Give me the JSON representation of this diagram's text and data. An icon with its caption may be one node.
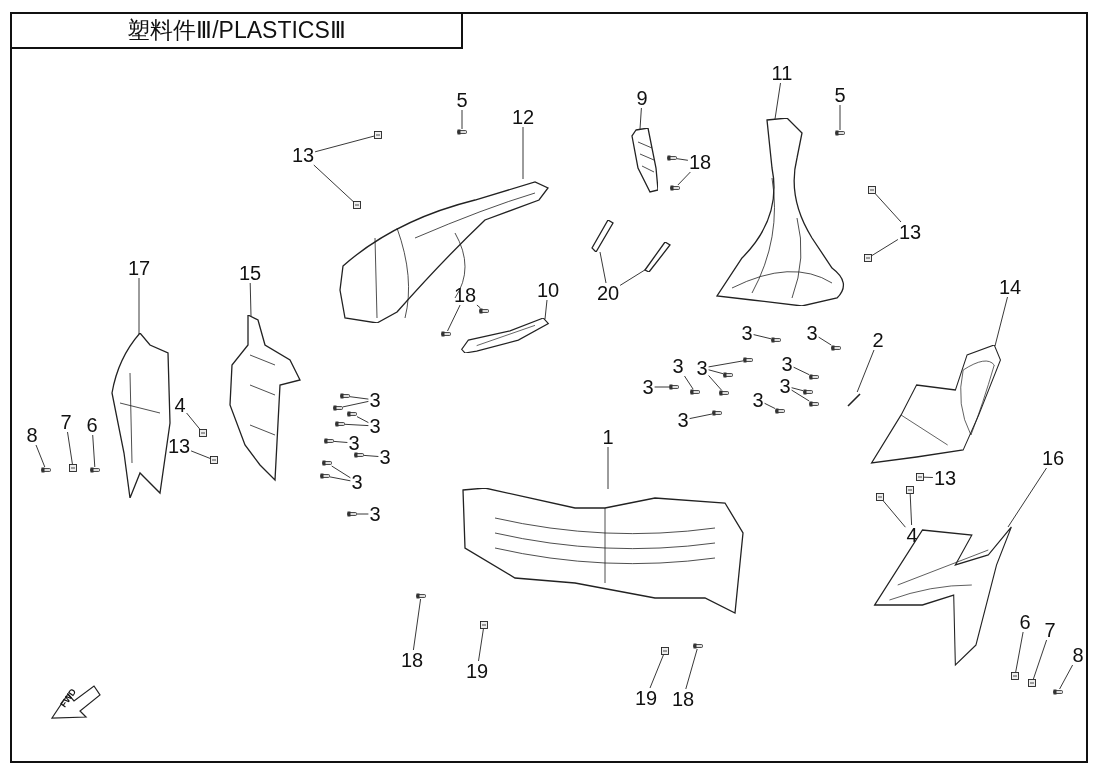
{
  "diagram": {
    "title": "塑料件Ⅲ/PLASTICSⅢ",
    "nodes": [
      {
        "text": [
          "5"
        ]
      },
      {
        "text": [
          "12"
        ]
      },
      {
        "text": [
          "13"
        ]
      },
      {
        "text": [
          "9"
        ]
      },
      {
        "text": [
          "18"
        ]
      },
      {
        "text": [
          "11"
        ]
      },
      {
        "text": [
          "5"
        ]
      },
      {
        "text": [
          "13"
        ]
      },
      {
        "text": [
          "20"
        ]
      },
      {
        "text": [
          "17"
        ]
      },
      {
        "text": [
          "15"
        ]
      },
      {
        "text": [
          "18"
        ]
      },
      {
        "text": [
          "10"
        ]
      },
      {
        "text": [
          "14"
        ]
      },
      {
        "text": [
          "2"
        ]
      },
      {
        "text": [
          "3"
        ]
      },
      {
        "text": [
          "3"
        ]
      },
      {
        "text": [
          "3"
        ]
      },
      {
        "text": [
          "3"
        ]
      },
      {
        "text": [
          "3"
        ]
      },
      {
        "text": [
          "3"
        ]
      },
      {
        "text": [
          "3"
        ]
      },
      {
        "text": [
          "3"
        ]
      },
      {
        "text": [
          "3"
        ]
      },
      {
        "text": [
          "3"
        ]
      },
      {
        "text": [
          "3"
        ]
      },
      {
        "text": [
          "3"
        ]
      },
      {
        "text": [
          "3"
        ]
      },
      {
        "text": [
          "3"
        ]
      },
      {
        "text": [
          "3"
        ]
      },
      {
        "text": [
          "4"
        ]
      },
      {
        "text": [
          "13"
        ]
      },
      {
        "text": [
          "8"
        ]
      },
      {
        "text": [
          "7"
        ]
      },
      {
        "text": [
          "6"
        ]
      },
      {
        "text": [
          "1"
        ]
      },
      {
        "text": [
          "13"
        ]
      },
      {
        "text": [
          "4"
        ]
      },
      {
        "text": [
          "16"
        ]
      },
      {
        "text": [
          "18"
        ]
      },
      {
        "text": [
          "19"
        ]
      },
      {
        "text": [
          "19"
        ]
      },
      {
        "text": [
          "18"
        ]
      },
      {
        "text": [
          "6"
        ]
      },
      {
        "text": [
          "7"
        ]
      },
      {
        "text": [
          "8"
        ]
      },
      {
        "text": [],
        "shape": "picture"
      },
      {
        "text": [],
        "shape": "picture"
      },
      {
        "text": [],
        "shape": "picture"
      },
      {
        "text": [],
        "shape": "picture"
      },
      {
        "text": [],
        "shape": "picture"
      },
      {
        "text": [],
        "shape": "picture"
      },
      {
        "text": [],
        "shape": "picture"
      },
      {
        "text": [],
        "shape": "picture"
      },
      {
        "text": [],
        "shape": "picture"
      },
      {
        "text": [],
        "shape": "picture"
      },
      {
        "text": [],
        "shape": "picture"
      },
      {
        "text": [],
        "shape": "bolt"
      },
      {
        "text": [],
        "shape": "clip"
      },
      {
        "text": [],
        "shape": "clip"
      },
      {
        "text": [],
        "shape": "bolt"
      },
      {
        "text": [],
        "shape": "bolt"
      },
      {
        "text": [],
        "shape": "bolt"
      },
      {
        "text": [],
        "shape": "clip"
      },
      {
        "text": [],
        "shape": "clip"
      },
      {
        "text": [],
        "shape": "bolt"
      },
      {
        "text": [],
        "shape": "bolt"
      },
      {
        "text": [],
        "shape": "bar"
      },
      {
        "text": [],
        "shape": "bolt"
      },
      {
        "text": [],
        "shape": "bolt"
      },
      {
        "text": [],
        "shape": "bolt"
      },
      {
        "text": [],
        "shape": "bolt"
      },
      {
        "text": [],
        "shape": "bolt"
      },
      {
        "text": [],
        "shape": "bolt"
      },
      {
        "text": [],
        "shape": "bolt"
      },
      {
        "text": [],
        "shape": "bolt"
      },
      {
        "text": [],
        "shape": "bolt"
      },
      {
        "text": [],
        "shape": "bolt"
      },
      {
        "text": [],
        "shape": "bolt"
      },
      {
        "text": [],
        "shape": "bolt"
      },
      {
        "text": [],
        "shape": "bolt"
      },
      {
        "text": [],
        "shape": "bolt"
      },
      {
        "text": [],
        "shape": "bolt"
      },
      {
        "text": [],
        "shape": "bolt"
      },
      {
        "text": [],
        "shape": "bolt"
      },
      {
        "text": [],
        "shape": "bolt"
      },
      {
        "text": [],
        "shape": "bolt"
      },
      {
        "text": [],
        "shape": "bolt"
      },
      {
        "text": [],
        "shape": "bolt"
      },
      {
        "text": [],
        "shape": "clip"
      },
      {
        "text": [],
        "shape": "clip"
      },
      {
        "text": [],
        "shape": "bolt"
      },
      {
        "text": [],
        "shape": "clip"
      },
      {
        "text": [],
        "shape": "bolt"
      },
      {
        "text": [],
        "shape": "clip"
      },
      {
        "text": [],
        "shape": "clip"
      },
      {
        "text": [],
        "shape": "clip"
      },
      {
        "text": [],
        "shape": "bolt"
      },
      {
        "text": [],
        "shape": "clip"
      },
      {
        "text": [],
        "shape": "clip"
      },
      {
        "text": [],
        "shape": "bolt"
      },
      {
        "text": [],
        "shape": "clip"
      },
      {
        "text": [],
        "shape": "clip"
      },
      {
        "text": [],
        "shape": "bolt"
      }
    ],
    "edges": [
      {
        "from": 0,
        "to": 57,
        "arrow": "none"
      },
      {
        "from": 1,
        "to": 46,
        "arrow": "none"
      },
      {
        "from": 2,
        "to": 58,
        "arrow": "none"
      },
      {
        "from": 2,
        "to": 59,
        "arrow": "none"
      },
      {
        "from": 3,
        "to": 47,
        "arrow": "none"
      },
      {
        "from": 4,
        "to": 60,
        "arrow": "none"
      },
      {
        "from": 4,
        "to": 61,
        "arrow": "none"
      },
      {
        "from": 5,
        "to": 48,
        "arrow": "none"
      },
      {
        "from": 6,
        "to": 62,
        "arrow": "none"
      },
      {
        "from": 7,
        "to": 63,
        "arrow": "none"
      },
      {
        "from": 7,
        "to": 64,
        "arrow": "none"
      },
      {
        "from": 8,
        "to": 49,
        "arrow": "none"
      },
      {
        "from": 8,
        "to": 50,
        "arrow": "none"
      },
      {
        "from": 9,
        "to": 51,
        "arrow": "none"
      },
      {
        "from": 10,
        "to": 52,
        "arrow": "none"
      },
      {
        "from": 11,
        "to": 65,
        "arrow": "none"
      },
      {
        "from": 11,
        "to": 66,
        "arrow": "none"
      },
      {
        "from": 12,
        "to": 53,
        "arrow": "none"
      },
      {
        "from": 13,
        "to": 54,
        "arrow": "none"
      },
      {
        "from": 14,
        "to": 67,
        "arrow": "none"
      },
      {
        "from": 15,
        "to": 68,
        "arrow": "none"
      },
      {
        "from": 16,
        "to": 69,
        "arrow": "none"
      },
      {
        "from": 17,
        "to": 70,
        "arrow": "none"
      },
      {
        "from": 18,
        "to": 71,
        "arrow": "none"
      },
      {
        "from": 18,
        "to": 72,
        "arrow": "none"
      },
      {
        "from": 18,
        "to": 73,
        "arrow": "none"
      },
      {
        "from": 19,
        "to": 74,
        "arrow": "none"
      },
      {
        "from": 20,
        "to": 75,
        "arrow": "none"
      },
      {
        "from": 20,
        "to": 76,
        "arrow": "none"
      },
      {
        "from": 21,
        "to": 77,
        "arrow": "none"
      },
      {
        "from": 22,
        "to": 78,
        "arrow": "none"
      },
      {
        "from": 23,
        "to": 79,
        "arrow": "none"
      },
      {
        "from": 24,
        "to": 80,
        "arrow": "none"
      },
      {
        "from": 24,
        "to": 81,
        "arrow": "none"
      },
      {
        "from": 25,
        "to": 82,
        "arrow": "none"
      },
      {
        "from": 25,
        "to": 83,
        "arrow": "none"
      },
      {
        "from": 26,
        "to": 84,
        "arrow": "none"
      },
      {
        "from": 27,
        "to": 85,
        "arrow": "none"
      },
      {
        "from": 28,
        "to": 86,
        "arrow": "none"
      },
      {
        "from": 28,
        "to": 87,
        "arrow": "none"
      },
      {
        "from": 29,
        "to": 88,
        "arrow": "none"
      },
      {
        "from": 30,
        "to": 89,
        "arrow": "none"
      },
      {
        "from": 31,
        "to": 90,
        "arrow": "none"
      },
      {
        "from": 32,
        "to": 91,
        "arrow": "none"
      },
      {
        "from": 33,
        "to": 92,
        "arrow": "none"
      },
      {
        "from": 34,
        "to": 93,
        "arrow": "none"
      },
      {
        "from": 35,
        "to": 55,
        "arrow": "none"
      },
      {
        "from": 36,
        "to": 94,
        "arrow": "none"
      },
      {
        "from": 37,
        "to": 95,
        "arrow": "none"
      },
      {
        "from": 37,
        "to": 96,
        "arrow": "none"
      },
      {
        "from": 38,
        "to": 56,
        "arrow": "none"
      },
      {
        "from": 39,
        "to": 97,
        "arrow": "none"
      },
      {
        "from": 40,
        "to": 98,
        "arrow": "none"
      },
      {
        "from": 41,
        "to": 99,
        "arrow": "none"
      },
      {
        "from": 42,
        "to": 100,
        "arrow": "none"
      },
      {
        "from": 43,
        "to": 101,
        "arrow": "none"
      },
      {
        "from": 44,
        "to": 102,
        "arrow": "none"
      },
      {
        "from": 45,
        "to": 103,
        "arrow": "none"
      }
    ],
    "labels": [
      "FWD"
    ]
  }
}
